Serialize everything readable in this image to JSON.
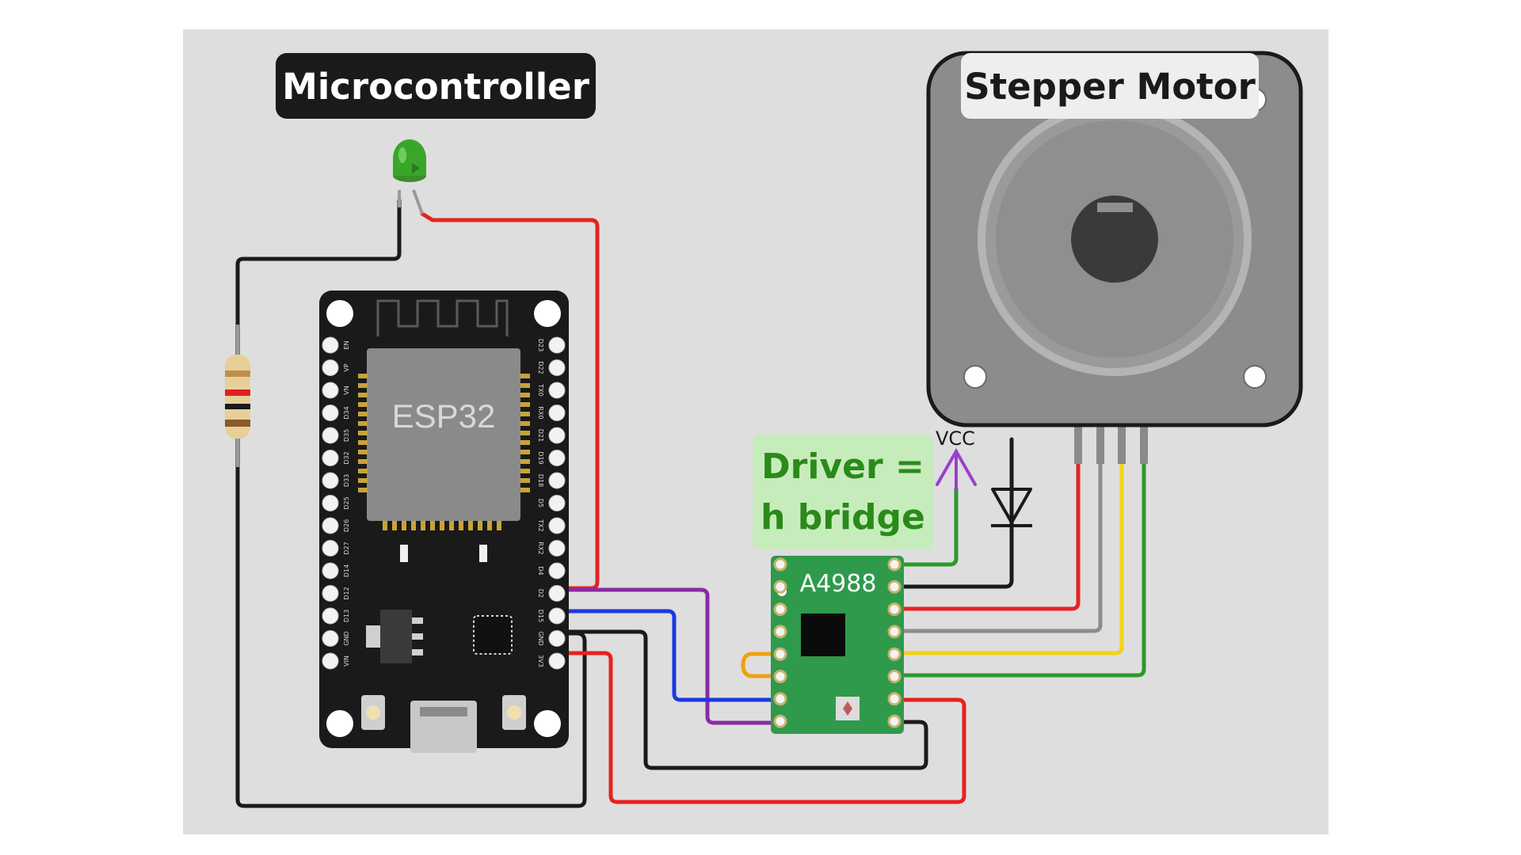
{
  "labels": {
    "microcontroller": "Microcontroller",
    "stepper_motor": "Stepper Motor",
    "driver_line1": "Driver =",
    "driver_line2": "h bridge",
    "vcc": "VCC"
  },
  "esp32": {
    "chip_label": "ESP32",
    "left_pins": [
      "EN",
      "VP",
      "VN",
      "D34",
      "D35",
      "D32",
      "D33",
      "D25",
      "D26",
      "D27",
      "D14",
      "D12",
      "D13",
      "GND",
      "VIN"
    ],
    "right_pins": [
      "D23",
      "D22",
      "TX0",
      "RX0",
      "D21",
      "D19",
      "D18",
      "D5",
      "TX2",
      "RX2",
      "D4",
      "D2",
      "D15",
      "GND",
      "3V3"
    ]
  },
  "driver": {
    "chip_label": "A4988"
  },
  "colors": {
    "background": "#dedede",
    "board": "#1a1a1a",
    "driver_board": "#2f9a4c",
    "wire_red": "#e52222",
    "wire_black": "#1a1a1a",
    "wire_purple": "#8a2aa6",
    "wire_blue": "#1a3ae0",
    "wire_gray": "#8c8c8c",
    "wire_yellow": "#f2d21a",
    "wire_green": "#2a9a2a",
    "wire_orange": "#f0a010",
    "driver_label": "#2a8a1a",
    "driver_label_bg": "#c7ecbc",
    "vcc_arrow": "#9a40c8"
  },
  "icons": [
    "led-icon",
    "resistor-icon",
    "ground-symbol-icon",
    "vcc-arrow-icon"
  ]
}
